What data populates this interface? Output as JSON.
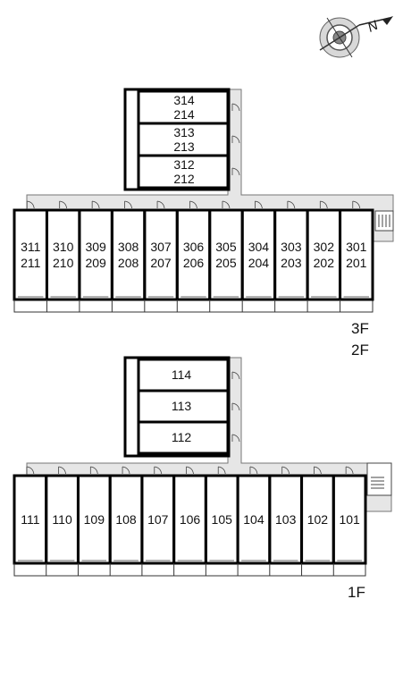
{
  "compass": {
    "north_label": "N",
    "icon": "compass-rose-icon"
  },
  "upper": {
    "floor_labels": [
      "3F",
      "2F"
    ],
    "wing_units": [
      [
        "314",
        "214"
      ],
      [
        "313",
        "213"
      ],
      [
        "312",
        "212"
      ]
    ],
    "row_units": [
      [
        "311",
        "211"
      ],
      [
        "310",
        "210"
      ],
      [
        "309",
        "209"
      ],
      [
        "308",
        "208"
      ],
      [
        "307",
        "207"
      ],
      [
        "306",
        "206"
      ],
      [
        "305",
        "205"
      ],
      [
        "304",
        "204"
      ],
      [
        "303",
        "203"
      ],
      [
        "302",
        "202"
      ],
      [
        "301",
        "201"
      ]
    ]
  },
  "lower": {
    "floor_labels": [
      "1F"
    ],
    "wing_units": [
      "114",
      "113",
      "112"
    ],
    "row_units": [
      "111",
      "110",
      "109",
      "108",
      "107",
      "106",
      "105",
      "104",
      "103",
      "102",
      "101"
    ]
  }
}
